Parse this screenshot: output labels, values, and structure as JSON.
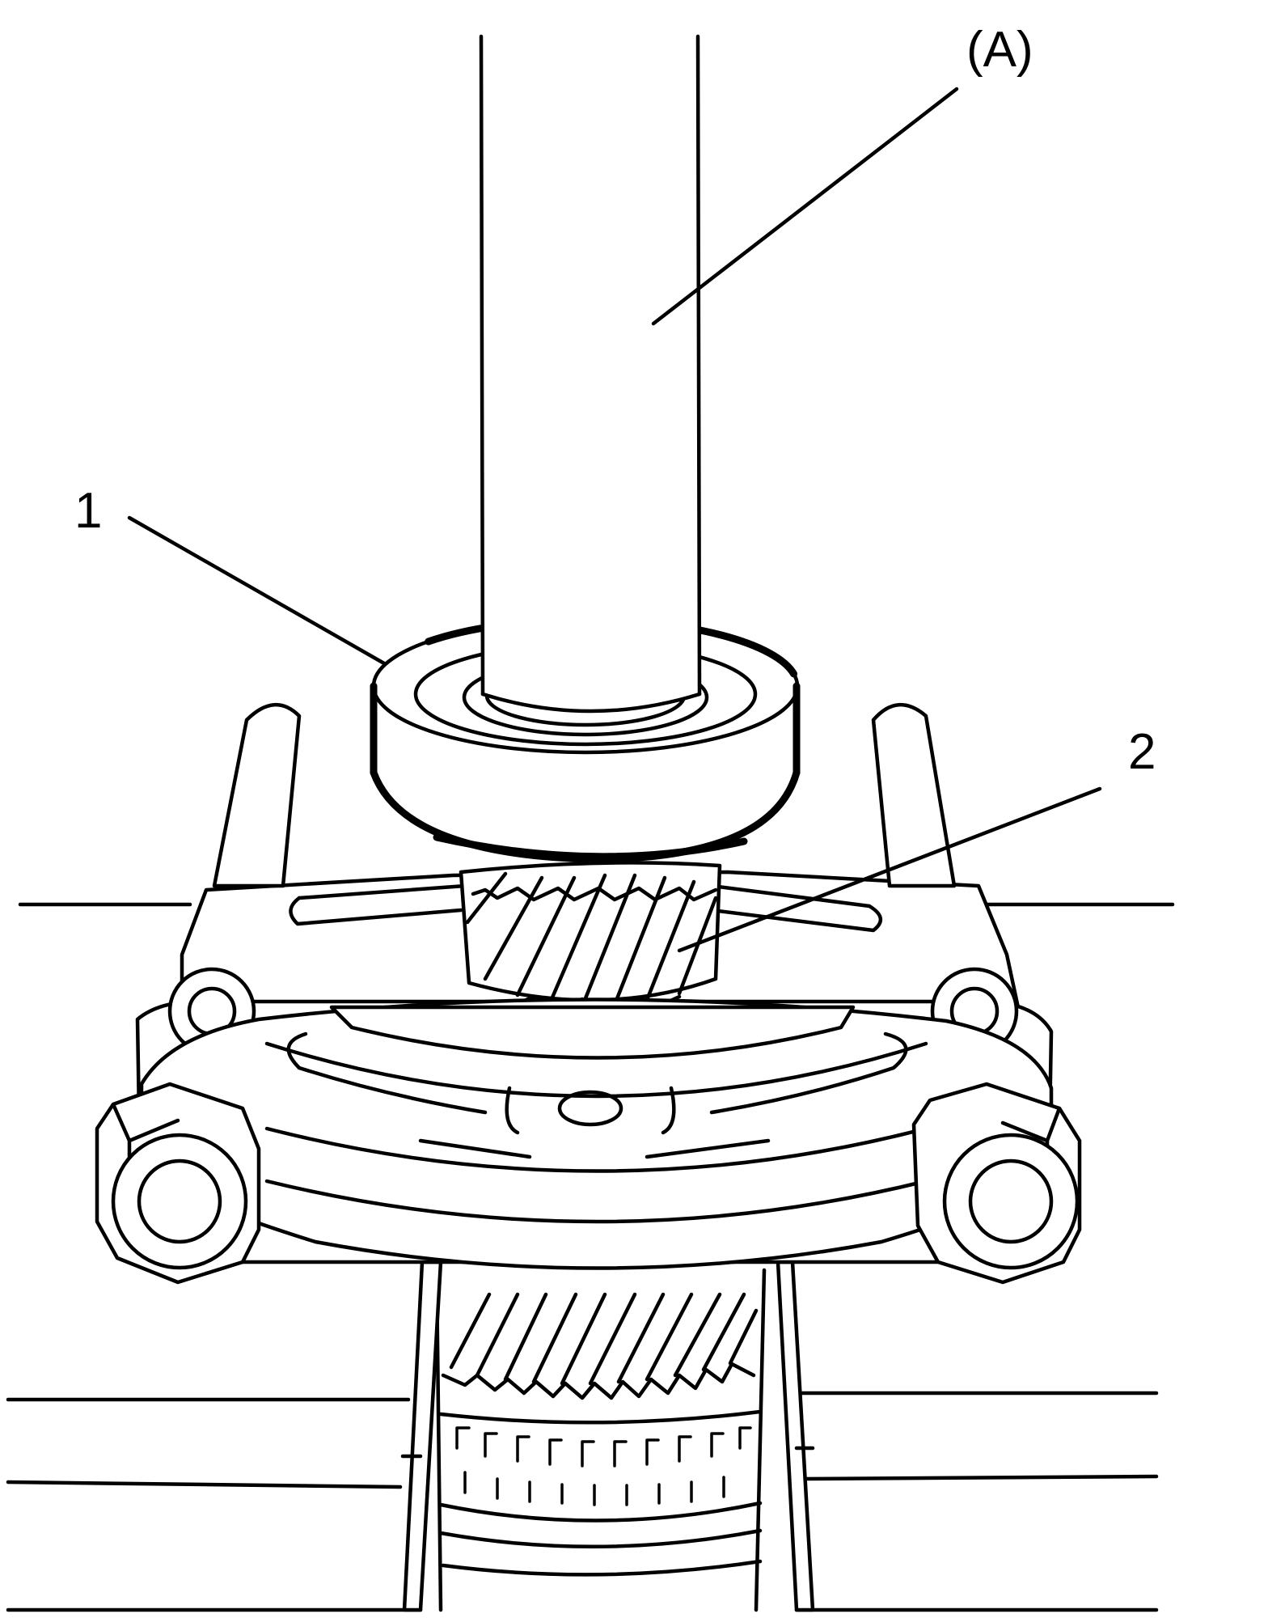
{
  "labels": {
    "tool": "(A)",
    "part_1": "1",
    "part_2": "2"
  }
}
